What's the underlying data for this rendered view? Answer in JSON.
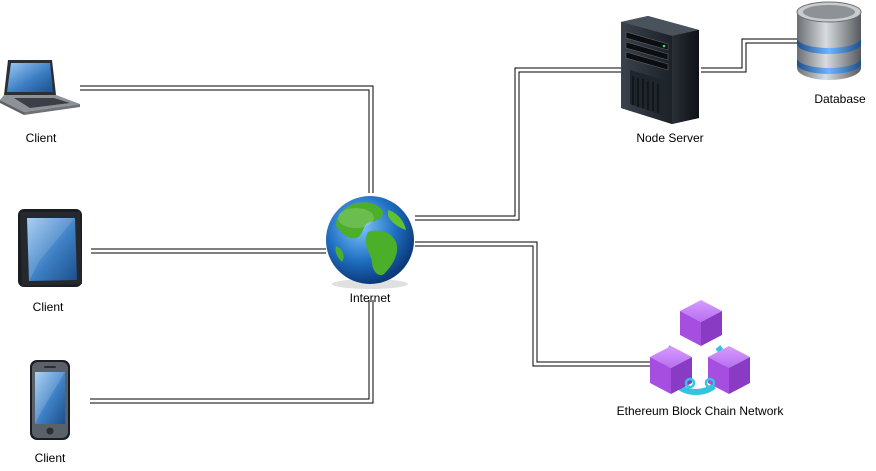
{
  "nodes": {
    "client_laptop": {
      "label": "Client",
      "icon": "laptop-icon"
    },
    "client_tablet": {
      "label": "Client",
      "icon": "tablet-icon"
    },
    "client_phone": {
      "label": "Client",
      "icon": "phone-icon"
    },
    "internet": {
      "label": "Internet",
      "icon": "globe-icon"
    },
    "node_server": {
      "label": "Node Server",
      "icon": "server-tower-icon"
    },
    "database": {
      "label": "Database",
      "icon": "database-cylinder-icon"
    },
    "ethereum": {
      "label": "Ethereum Block Chain Network",
      "icon": "blockchain-cubes-icon"
    }
  },
  "colors": {
    "connector": "#000000",
    "blockchain_cube": "#a64ee0",
    "blockchain_link": "#33c4e0",
    "globe_ocean": "#1f6fc2",
    "globe_land": "#4caf2a"
  }
}
